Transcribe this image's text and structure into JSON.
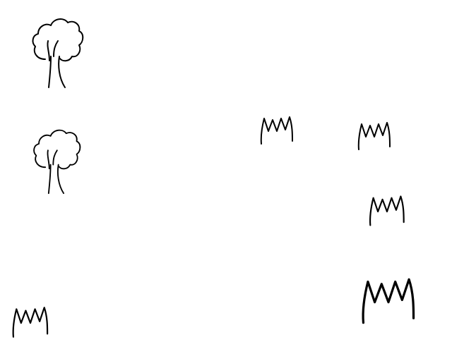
{
  "scene": {
    "background": "#ffffff",
    "stroke_color": "#000000",
    "objects": [
      {
        "kind": "tree",
        "icon": "tree-icon"
      },
      {
        "kind": "tree",
        "icon": "tree-icon"
      },
      {
        "kind": "grass",
        "icon": "grass-tuft-icon"
      },
      {
        "kind": "grass",
        "icon": "grass-tuft-icon"
      },
      {
        "kind": "grass",
        "icon": "grass-tuft-icon"
      },
      {
        "kind": "grass",
        "icon": "grass-tuft-icon"
      },
      {
        "kind": "grass",
        "icon": "grass-tuft-icon"
      }
    ]
  }
}
